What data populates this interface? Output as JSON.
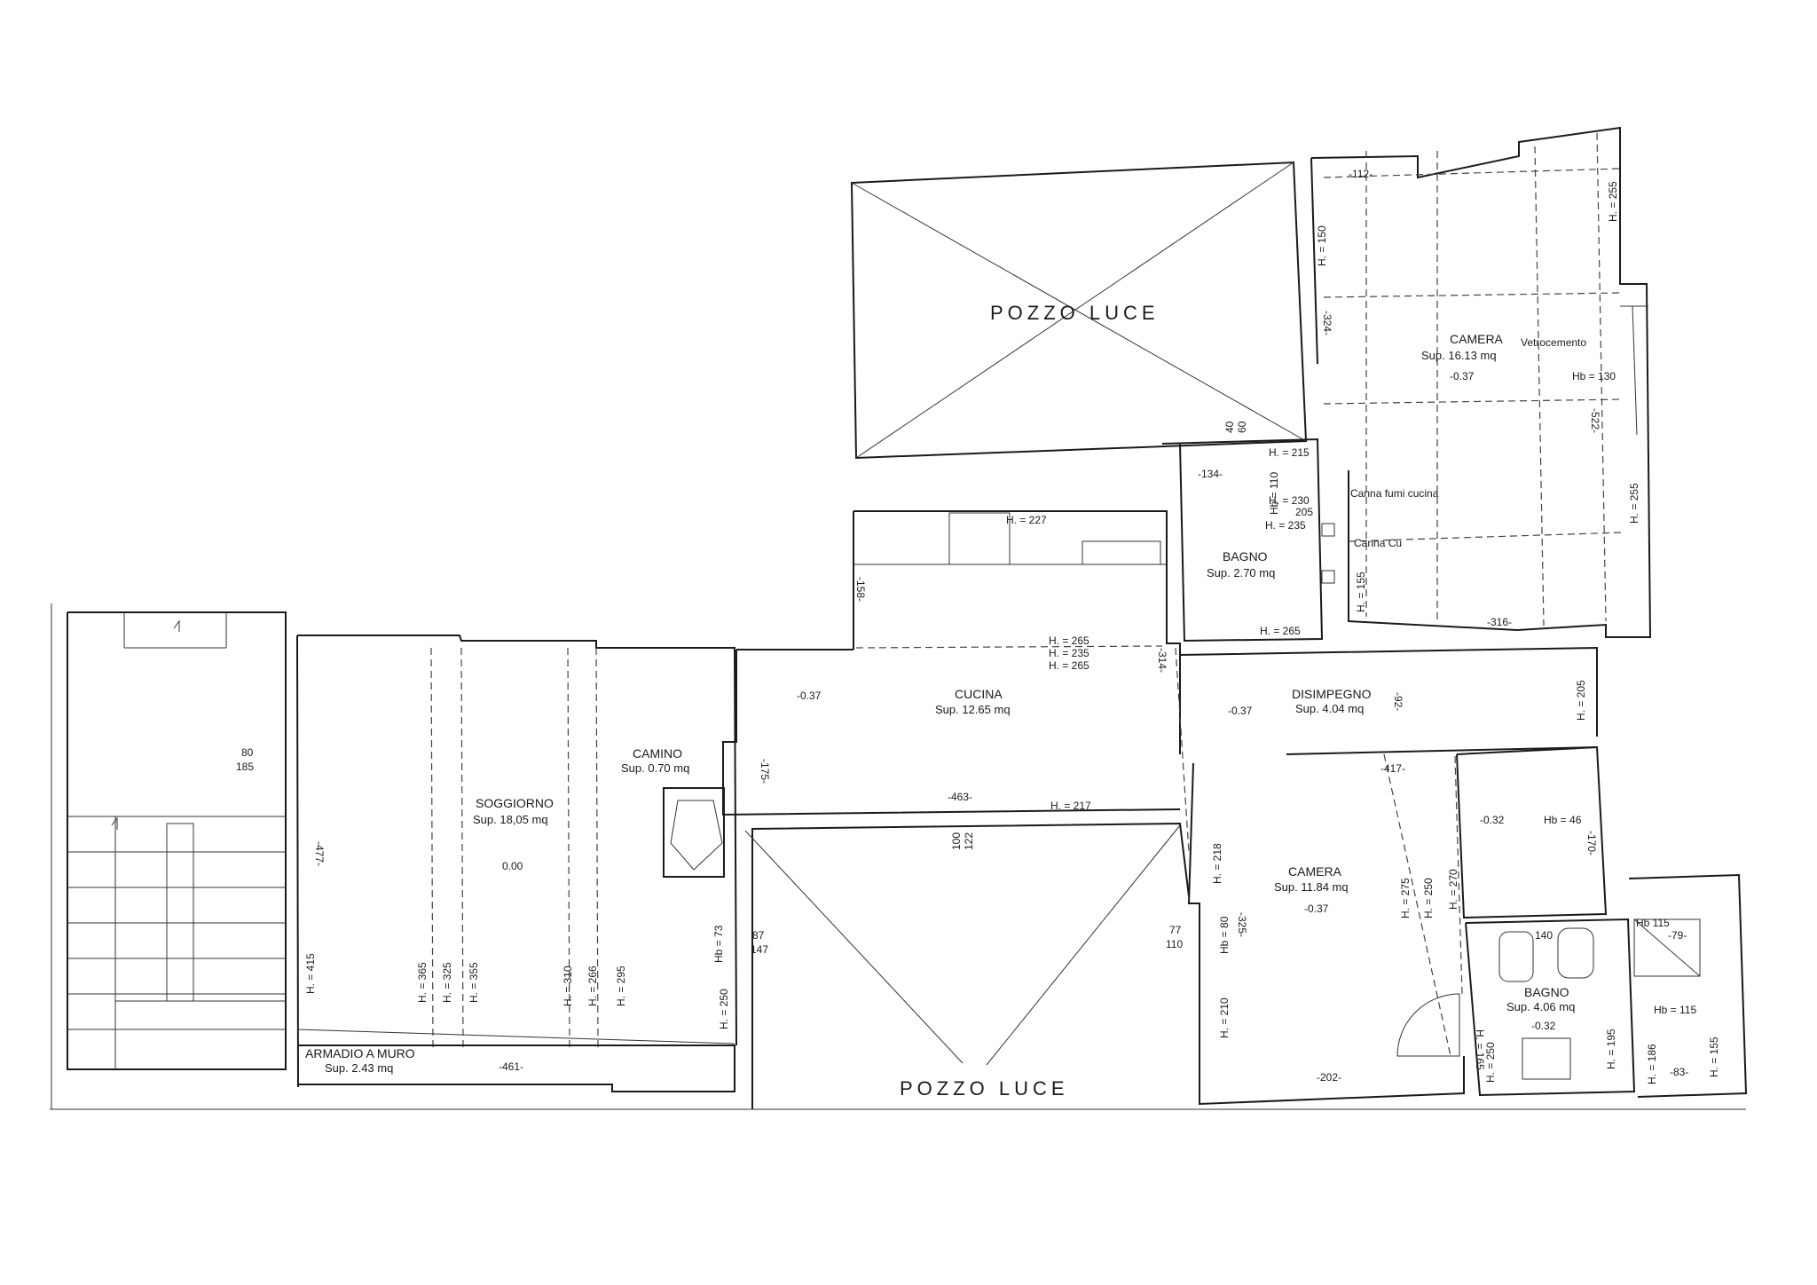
{
  "light_wells": {
    "top": "POZZO LUCE",
    "bottom": "POZZO LUCE"
  },
  "rooms": {
    "camera_top": {
      "name": "CAMERA",
      "area": "Sup. 16.13 mq",
      "level": "-0.37"
    },
    "bagno_top": {
      "name": "BAGNO",
      "area": "Sup. 2.70 mq"
    },
    "cucina": {
      "name": "CUCINA",
      "area": "Sup. 12.65 mq",
      "level": "-0.37"
    },
    "disimpegno": {
      "name": "DISIMPEGNO",
      "area": "Sup. 4.04 mq",
      "level": "-0.37"
    },
    "soggiorno": {
      "name": "SOGGIORNO",
      "area": "Sup. 18,05 mq",
      "level": "0.00"
    },
    "camino": {
      "name": "CAMINO",
      "area": "Sup. 0.70 mq"
    },
    "camera_bottom": {
      "name": "CAMERA",
      "area": "Sup. 11.84 mq",
      "level": "-0.37"
    },
    "bagno_bottom": {
      "name": "BAGNO",
      "area": "Sup. 4.06 mq",
      "level": "-0.32"
    },
    "armadio": {
      "name": "ARMADIO A MURO",
      "area": "Sup. 2.43 mq"
    }
  },
  "annotations": {
    "vetrocemento": "Vetrocemento",
    "canna_fumi": "Canna fumi cucina",
    "canna_cu": "Canna Cu",
    "hb130": "Hb = 130",
    "hb46": "Hb = 46",
    "hb115": "Hb = 115",
    "hb115b": "Hb 115",
    "hb73": "Hb = 73",
    "hb80": "Hb = 80",
    "hb110": "Hb = 110",
    "level_032": "-0.32"
  },
  "dimensions": {
    "d112": "-112-",
    "h150": "H. = 150",
    "h255a": "H. = 255",
    "d324": "-324-",
    "d522": "-522-",
    "h255b": "H. = 255",
    "d316": "-316-",
    "h155": "H. = 155",
    "h265a": "H. = 265",
    "d134": "-134-",
    "h215": "H. = 215",
    "d40": "40",
    "d60": "60",
    "h230": "H. = 230",
    "d205": "205",
    "h235": "H. = 235",
    "h227": "H. = 227",
    "d158": "-158-",
    "h265b": "H. = 265",
    "h235b": "H. = 235",
    "h265c": "H. = 265",
    "d314": "-314-",
    "d175": "-175-",
    "d463": "-463-",
    "h217": "H. = 217",
    "d100": "100",
    "d122": "122",
    "h205": "H. = 205",
    "d417": "-417-",
    "d170": "-170-",
    "d80": "80",
    "d185": "185",
    "d477": "-477-",
    "h415": "H. = 415",
    "h365": "H. = 365",
    "h325": "H. = 325",
    "h355": "H. = 355",
    "h310": "H. = 310",
    "h266": "H. = 266",
    "h295": "H. = 295",
    "h250a": "H. = 250",
    "d87": "87",
    "d147": "147",
    "d461": "-461-",
    "d77": "77",
    "d110": "110",
    "h218": "H. = 218",
    "d325": "-325-",
    "h210": "H. = 210",
    "h275": "H. = 275",
    "h250b": "H. = 250",
    "h270": "H. = 270",
    "d202": "-202-",
    "d140": "140",
    "h165": "H. = 165",
    "h250c": "H. = 250",
    "h195": "H. = 195",
    "h186": "H. = 186",
    "h155b": "H. = 155",
    "d79": "-79-",
    "d83": "-83-",
    "d92": "-92-"
  }
}
